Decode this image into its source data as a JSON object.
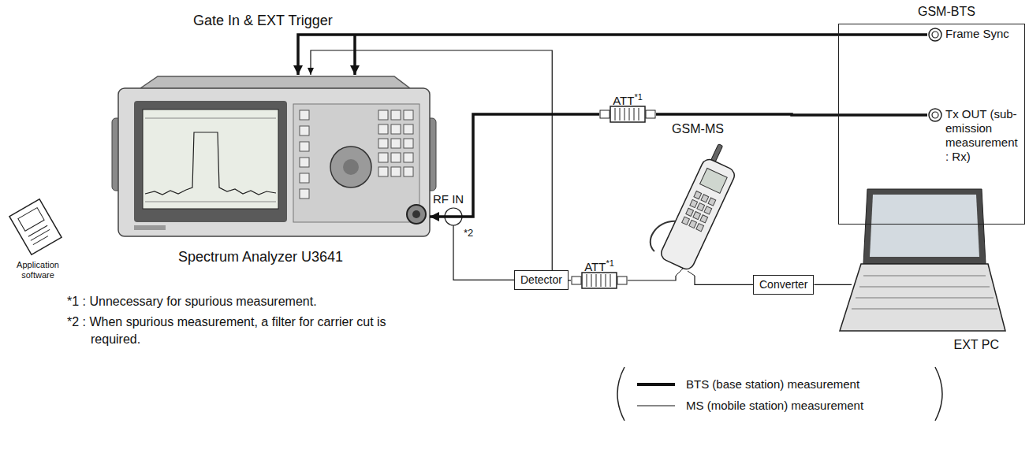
{
  "diagram": {
    "nodes": [
      {
        "text": [
          "GSM-BTS"
        ]
      },
      {
        "text": [
          "Frame Sync"
        ],
        "in": 0
      },
      {
        "text": [
          "Tx OUT (sub-emission measurement : Rx)"
        ],
        "in": 0
      },
      {
        "text": [
          "Spectrum Analyzer U3641"
        ]
      },
      {
        "text": [
          "ATT",
          "*1"
        ]
      },
      {
        "text": [
          "Detector"
        ]
      },
      {
        "text": [
          "ATT",
          "*1"
        ]
      },
      {
        "text": [
          "GSM-MS"
        ]
      },
      {
        "text": [
          "Converter"
        ]
      },
      {
        "text": [
          "EXT PC"
        ]
      },
      {
        "text": [
          "Application software"
        ]
      }
    ],
    "edges": [
      {
        "from": 1,
        "to": 3,
        "arrow": "to",
        "label": "Gate In & EXT Trigger"
      },
      {
        "from": 2,
        "to": 4,
        "arrow": "none"
      },
      {
        "from": 4,
        "to": 3,
        "arrow": "to"
      },
      {
        "from": 5,
        "to": 3,
        "arrow": "to"
      },
      {
        "from": 6,
        "to": 5,
        "arrow": "none"
      },
      {
        "from": 7,
        "to": 6,
        "arrow": "none"
      },
      {
        "from": 7,
        "to": 8,
        "arrow": "none"
      },
      {
        "from": 8,
        "to": 9,
        "arrow": "none"
      }
    ],
    "labels": [
      "RF IN",
      "*2",
      "*1 : Unnecessary for spurious measurement.",
      "*2 : When spurious measurement, a filter for carrier cut is required."
    ],
    "legend": [
      {
        "text": "BTS (base station) measurement"
      },
      {
        "text": "MS (mobile station) measurement"
      }
    ]
  }
}
